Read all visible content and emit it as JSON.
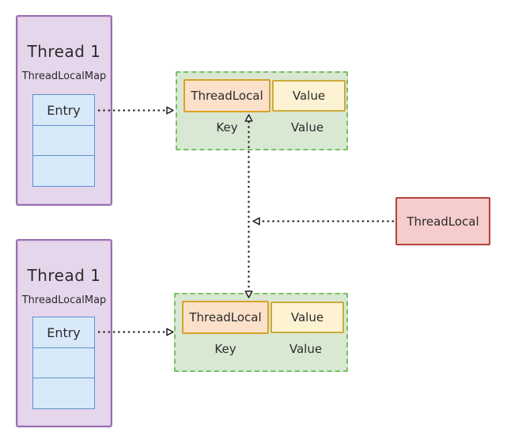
{
  "diagram": {
    "threads": [
      {
        "title": "Thread 1",
        "map_label": "ThreadLocalMap",
        "entry_label": "Entry"
      },
      {
        "title": "Thread 1",
        "map_label": "ThreadLocalMap",
        "entry_label": "Entry"
      }
    ],
    "entries": [
      {
        "key_box_label": "ThreadLocal",
        "value_box_label": "Value",
        "key_caption": "Key",
        "value_caption": "Value"
      },
      {
        "key_box_label": "ThreadLocal",
        "value_box_label": "Value",
        "key_caption": "Key",
        "value_caption": "Value"
      }
    ],
    "threadlocal_ref_label": "ThreadLocal",
    "colors": {
      "thread_fill": "#e5d6ec",
      "thread_border": "#9b6fb0",
      "entry_fill": "#d8e9fa",
      "entry_border": "#6090ca",
      "group_fill": "#d9e8d3",
      "group_border": "#77bf63",
      "key_fill": "#fbe0ca",
      "key_border": "#d9a127",
      "value_fill": "#fdf3d2",
      "value_border": "#ccaa3e",
      "ref_fill": "#f6cdcd",
      "ref_border": "#b3413c",
      "arrow": "#1e1e1e",
      "text": "#2b2b2b"
    }
  }
}
